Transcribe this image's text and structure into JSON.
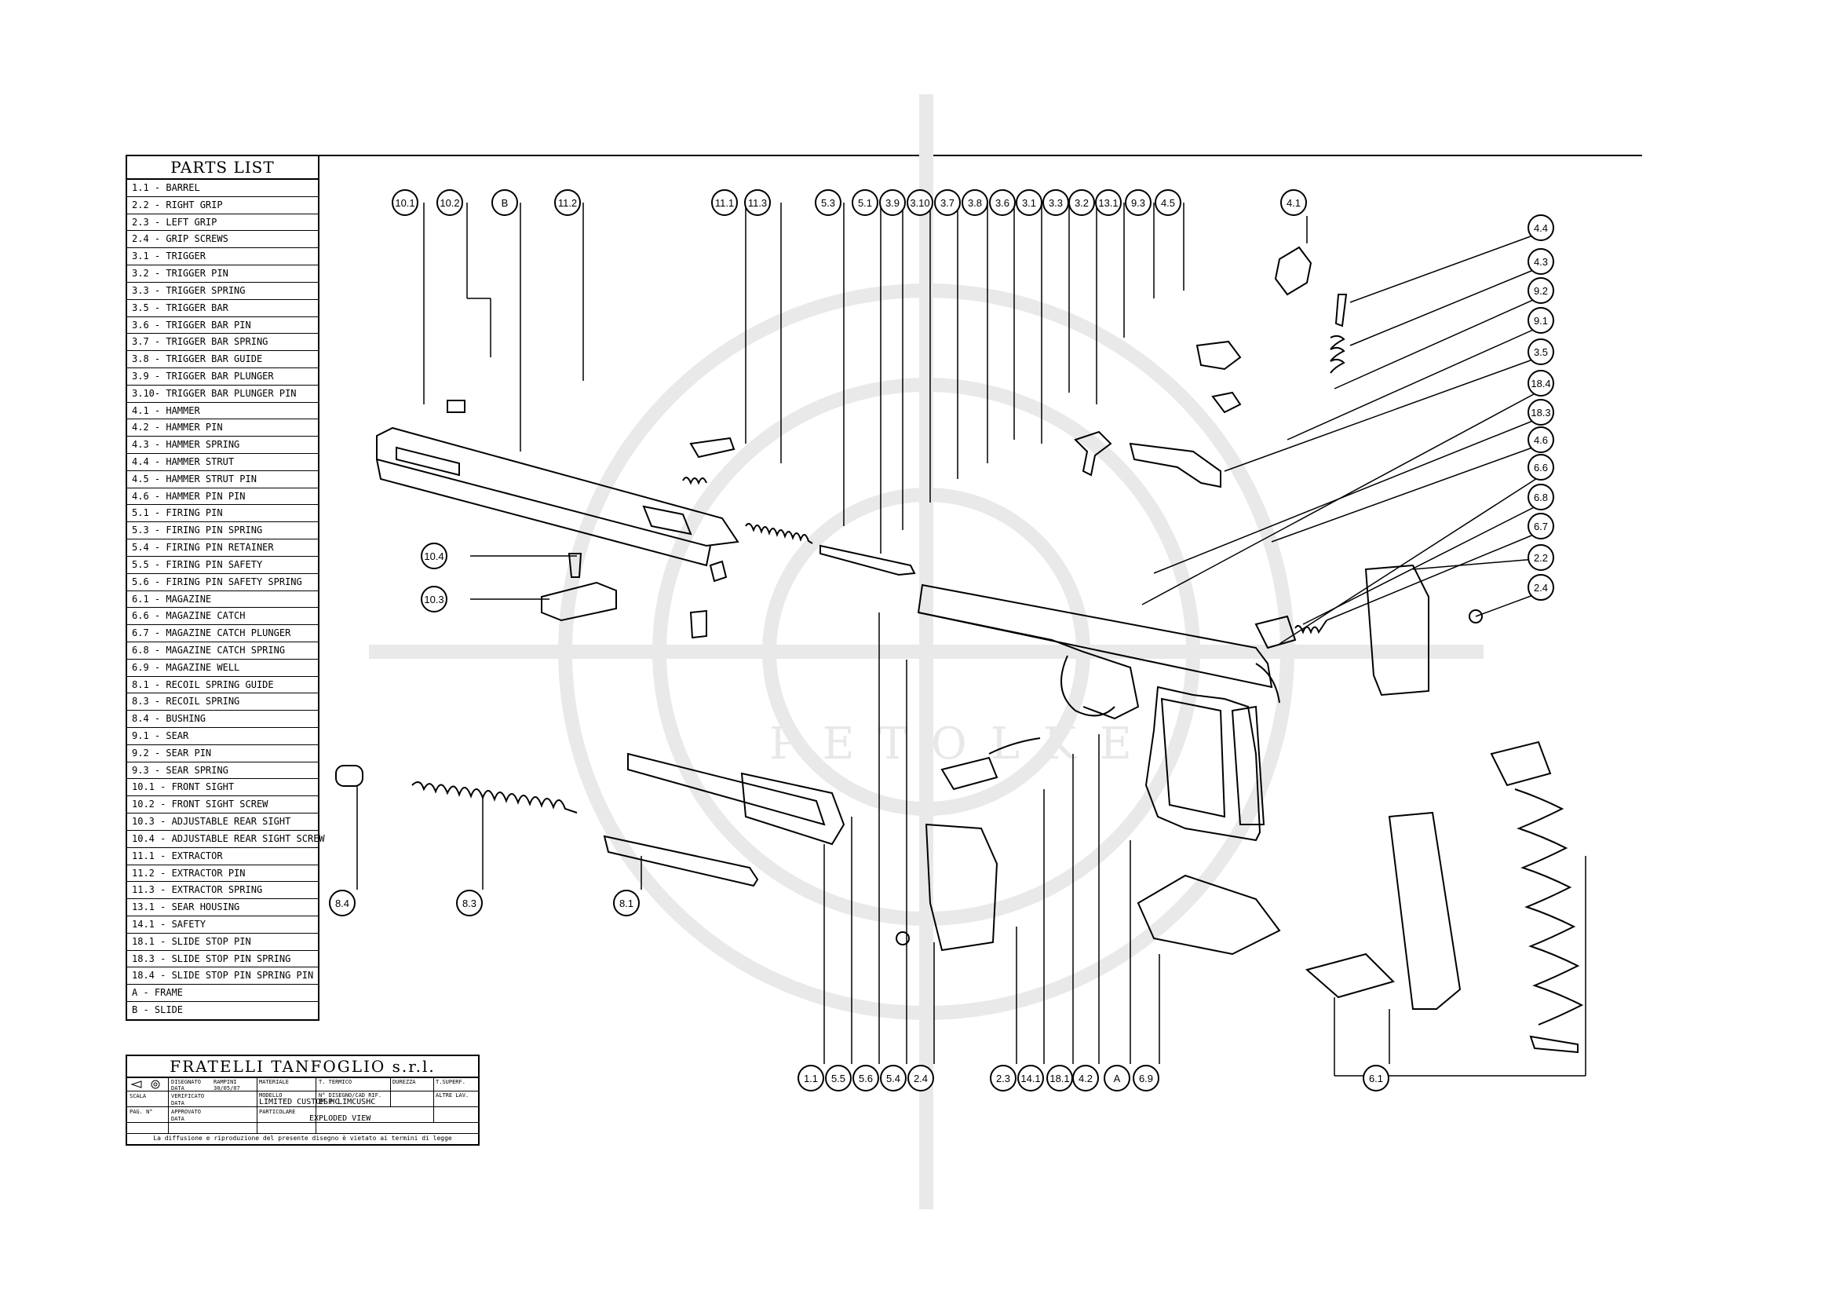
{
  "parts_list": {
    "title": "PARTS LIST",
    "items": [
      "1.1 - BARREL",
      "2.2 - RIGHT GRIP",
      "2.3 - LEFT GRIP",
      "2.4 - GRIP SCREWS",
      "3.1 - TRIGGER",
      "3.2 - TRIGGER PIN",
      "3.3 - TRIGGER SPRING",
      "3.5 - TRIGGER BAR",
      "3.6 - TRIGGER BAR PIN",
      "3.7 - TRIGGER BAR SPRING",
      "3.8 - TRIGGER BAR GUIDE",
      "3.9 - TRIGGER BAR PLUNGER",
      "3.10- TRIGGER BAR PLUNGER PIN",
      "4.1 - HAMMER",
      "4.2 - HAMMER PIN",
      "4.3 - HAMMER SPRING",
      "4.4 - HAMMER STRUT",
      "4.5 - HAMMER STRUT PIN",
      "4.6 - HAMMER PIN PIN",
      "5.1 - FIRING PIN",
      "5.3 - FIRING PIN SPRING",
      "5.4 - FIRING PIN RETAINER",
      "5.5 - FIRING PIN SAFETY",
      "5.6 - FIRING PIN SAFETY SPRING",
      "6.1 - MAGAZINE",
      "6.6 - MAGAZINE CATCH",
      "6.7 - MAGAZINE CATCH PLUNGER",
      "6.8 - MAGAZINE CATCH SPRING",
      "6.9 - MAGAZINE WELL",
      "8.1 - RECOIL SPRING GUIDE",
      "8.3 - RECOIL SPRING",
      "8.4 - BUSHING",
      "9.1 - SEAR",
      "9.2 - SEAR PIN",
      "9.3 - SEAR SPRING",
      "10.1 - FRONT SIGHT",
      "10.2 - FRONT SIGHT SCREW",
      "10.3 - ADJUSTABLE REAR SIGHT",
      "10.4 - ADJUSTABLE REAR SIGHT SCREW",
      "11.1 - EXTRACTOR",
      "11.2 - EXTRACTOR PIN",
      "11.3 - EXTRACTOR SPRING",
      "13.1 - SEAR HOUSING",
      "14.1 - SAFETY",
      "18.1 - SLIDE STOP PIN",
      "18.3 - SLIDE STOP PIN SPRING",
      "18.4 - SLIDE STOP PIN SPRING PIN",
      "A    - FRAME",
      "B    - SLIDE"
    ]
  },
  "title_block": {
    "company": "FRATELLI TANFOGLIO s.r.l.",
    "disegnato_label": "DISEGNATO",
    "disegnato_value": "RAMPINI",
    "data_label": "DATA",
    "data_value": "30/05/07",
    "materiale_label": "MATERIALE",
    "t_termico_label": "T. TERMICO",
    "durezza_label": "DUREZZA",
    "t_superf_label": "T.SUPERF.",
    "scala_label": "SCALA",
    "verificato_label": "VERIFICATO",
    "data2_label": "DATA",
    "modello_label": "MODELLO",
    "modello_value": "LIMITED CUSTOM HC",
    "disegno_label": "N° DISEGNO/CAD RIF.",
    "disegno_value": "ESP LIMCUSHC",
    "altre_lav_label": "ALTRE LAV.",
    "pag_label": "PAG. N°",
    "approvato_label": "APPROVATO",
    "data3_label": "DATA",
    "particolare_label": "PARTICOLARE",
    "particolare_value": "EXPLODED VIEW",
    "note": "La diffusione e riproduzione del presente disegno è vietato ai termini di legge"
  },
  "watermark": "PETOLKE",
  "callouts": {
    "top": [
      "10.1",
      "10.2",
      "B",
      "11.2",
      "11.1",
      "11.3",
      "5.3",
      "5.1",
      "3.9",
      "3.10",
      "3.7",
      "3.8",
      "3.6",
      "3.1",
      "3.3",
      "3.2",
      "13.1",
      "9.3",
      "4.5",
      "4.1"
    ],
    "right": [
      "4.4",
      "4.3",
      "9.2",
      "9.1",
      "3.5",
      "18.4",
      "18.3",
      "4.6",
      "6.6",
      "6.8",
      "6.7",
      "2.2",
      "2.4"
    ],
    "left": [
      "10.4",
      "10.3"
    ],
    "lower": [
      "8.4",
      "8.3",
      "8.1"
    ],
    "bottom": [
      "1.1",
      "5.5",
      "5.6",
      "5.4",
      "2.4",
      "2.3",
      "14.1",
      "18.1",
      "4.2",
      "A",
      "6.9",
      "6.1"
    ]
  }
}
